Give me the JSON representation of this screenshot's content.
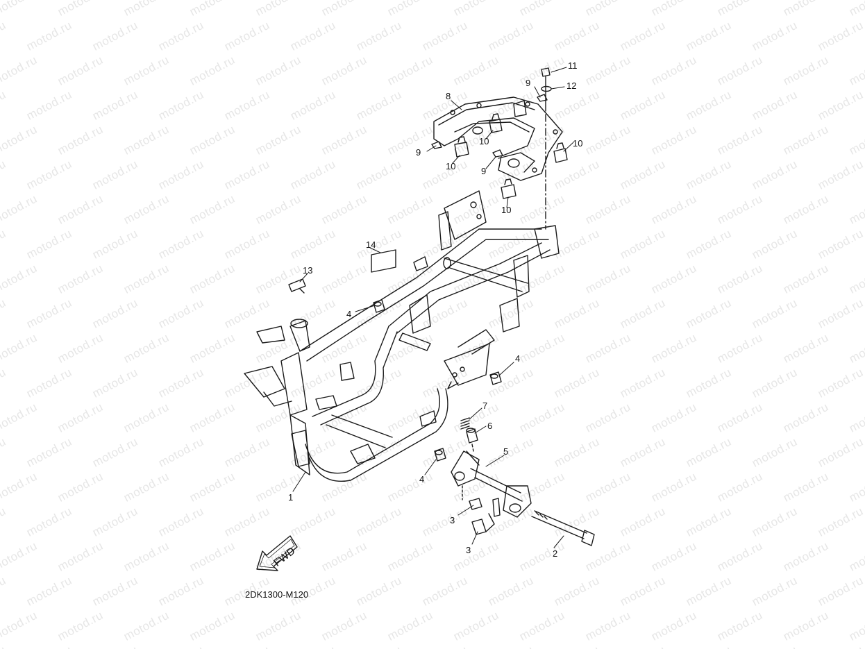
{
  "watermark_text": "motod.ru",
  "reference_code": "2DK1300-M120",
  "fwd_label": "FWD",
  "callouts": [
    "1",
    "2",
    "3",
    "3",
    "4",
    "4",
    "4",
    "5",
    "6",
    "7",
    "8",
    "9",
    "9",
    "9",
    "10",
    "10",
    "10",
    "10",
    "11",
    "12",
    "13",
    "14"
  ],
  "colors": {
    "line": "#1a1a1a",
    "watermark": "#e6e6e6",
    "background": "#ffffff"
  }
}
